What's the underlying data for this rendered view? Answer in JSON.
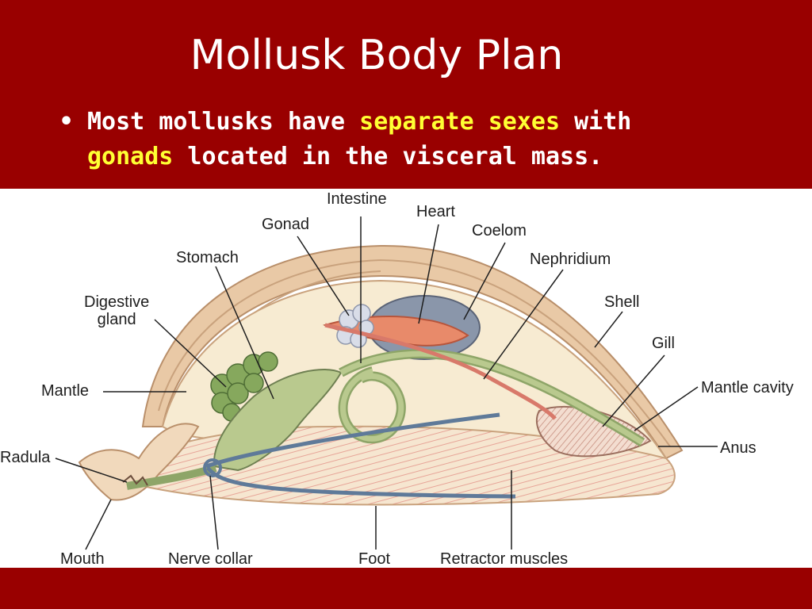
{
  "slide": {
    "title": "Mollusk Body Plan",
    "bullet_symbol": "•",
    "bullet": {
      "part1": "Most mollusks have ",
      "highlight1": "separate sexes",
      "part2": " with ",
      "highlight2": "gonads",
      "part3": " located in the visceral mass."
    }
  },
  "colors": {
    "background": "#990000",
    "title_text": "#ffffff",
    "highlight": "#ffff33",
    "shell": "#e9c9a6",
    "mantle": "#f7ebd2",
    "digestive": "#b9c98e",
    "gland": "#86a85d",
    "heart": "#e88a6a",
    "nerve": "#5f7a99",
    "muscle": "#e7a598"
  },
  "diagram": {
    "labels": {
      "intestine": "Intestine",
      "heart": "Heart",
      "gonad": "Gonad",
      "coelom": "Coelom",
      "stomach": "Stomach",
      "nephridium": "Nephridium",
      "digestive_gland": "Digestive\ngland",
      "shell": "Shell",
      "gill": "Gill",
      "mantle": "Mantle",
      "mantle_cavity": "Mantle cavity",
      "radula": "Radula",
      "anus": "Anus",
      "mouth": "Mouth",
      "nerve_collar": "Nerve collar",
      "foot": "Foot",
      "retractor_muscles": "Retractor muscles"
    }
  }
}
